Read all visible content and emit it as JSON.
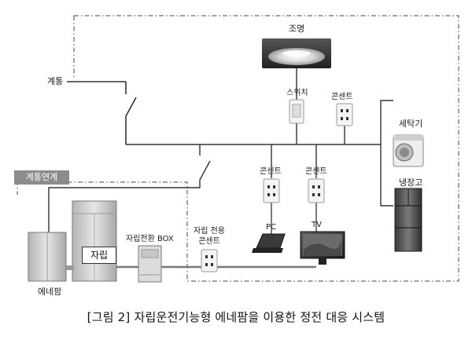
{
  "diagram": {
    "labels": {
      "lighting": "조명",
      "grid": "계통",
      "switch": "스위치",
      "outlet_top": "콘센트",
      "washer": "세탁기",
      "fridge": "냉장고",
      "grid_link": "계통연계",
      "outlet_pc": "콘센트",
      "outlet_tv": "콘센트",
      "pc": "PC",
      "tv": "TV",
      "standalone_outlet_line1": "자립 전용",
      "standalone_outlet_line2": "콘센트",
      "standalone_box": "자립전환 BOX",
      "standalone": "자립",
      "enefarm": "에네팜"
    },
    "caption": "[그림 2] 자립운전기능형 에네팜을 이용한 정전 대응 시스템"
  },
  "colors": {
    "line": "#333333",
    "dash": "#444444",
    "badge": "#8c8c8c"
  }
}
